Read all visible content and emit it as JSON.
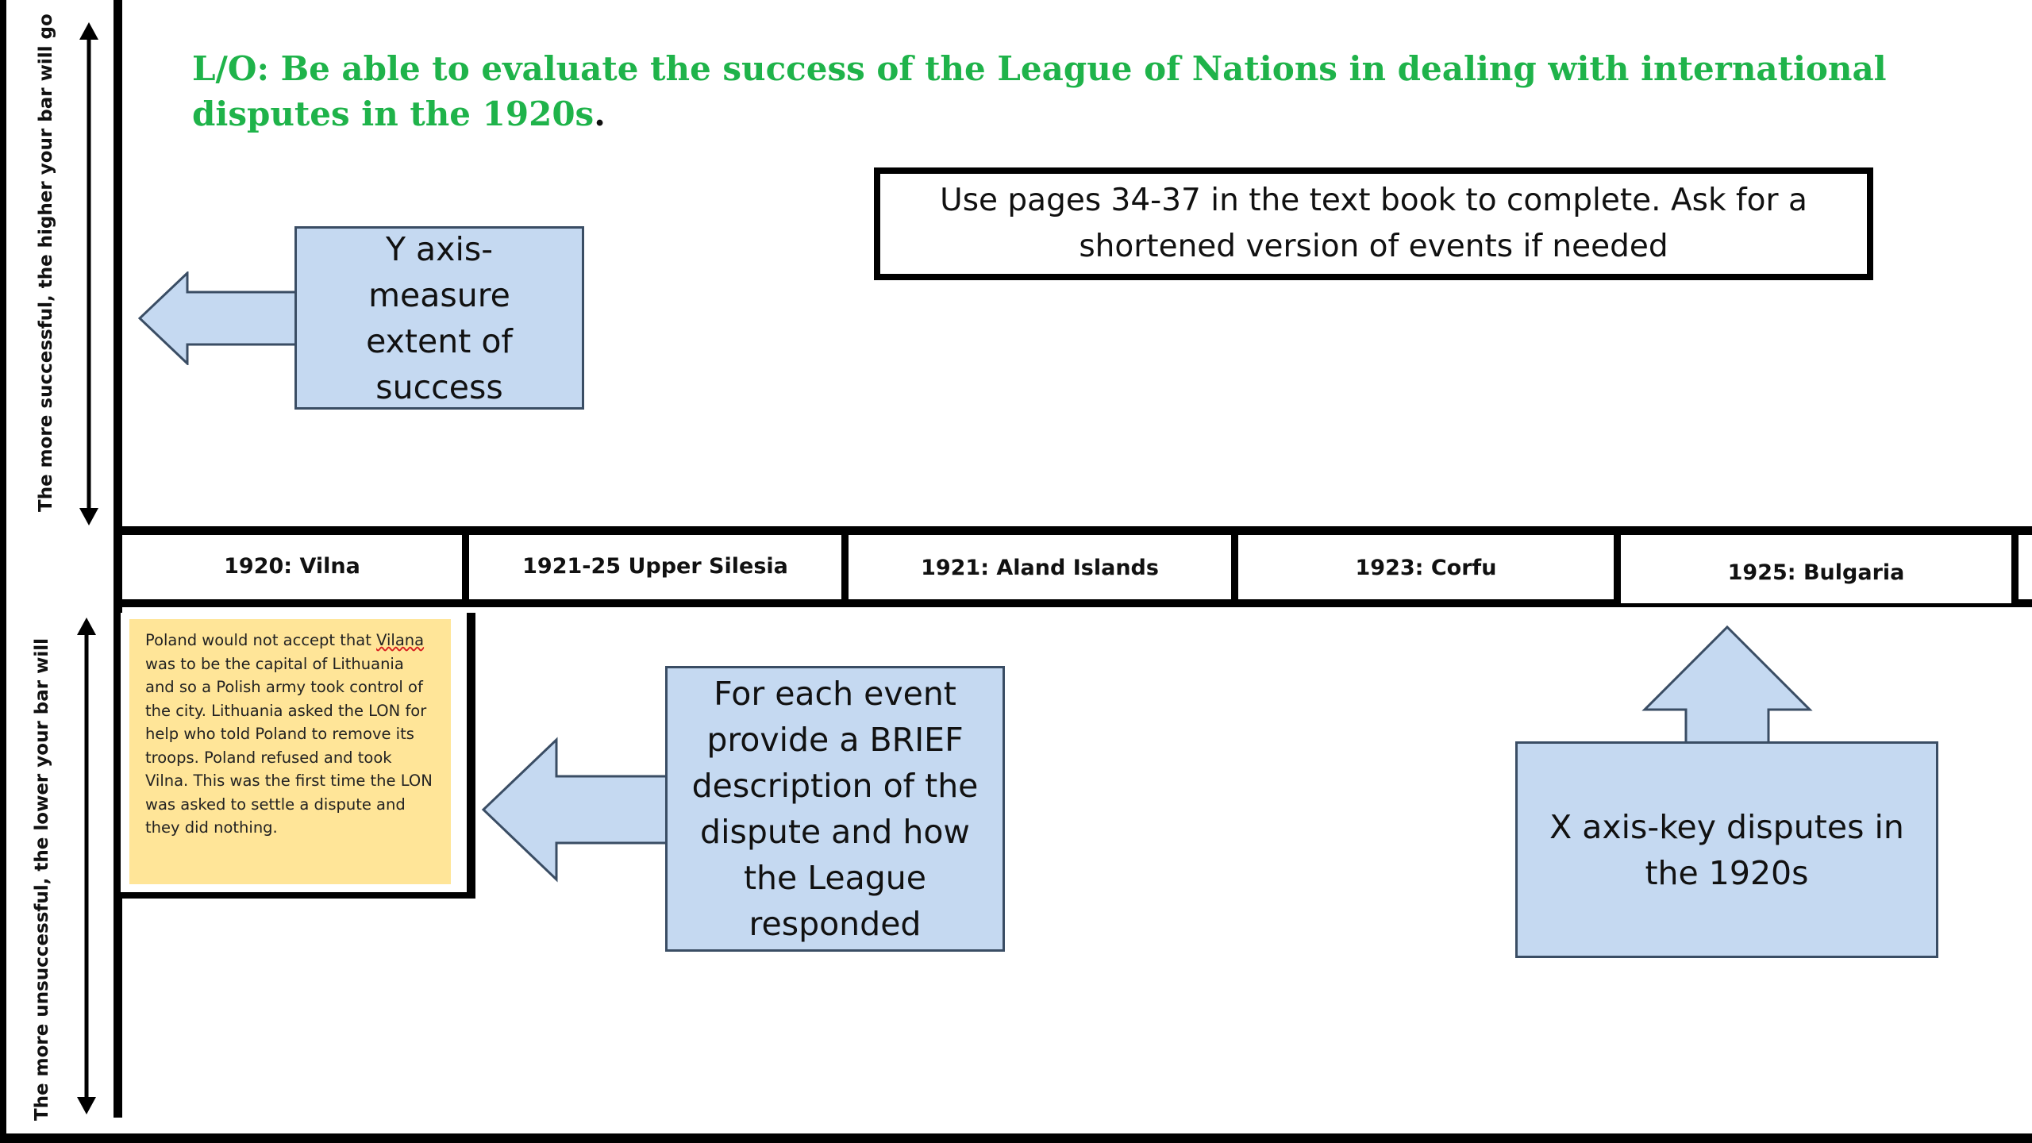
{
  "objective": {
    "text": "L/O: Be able to evaluate the success of the League of Nations in dealing with international disputes in the 1920s",
    "period": "."
  },
  "instruction": "Use pages 34-37 in the text book to complete. Ask for a shortened version of events if needed",
  "callouts": {
    "y_axis": "Y axis- measure extent of success",
    "events": "For each event provide a BRIEF description of the dispute and how the League responded",
    "x_axis": "X axis-key disputes in the 1920s"
  },
  "side_labels": {
    "upper": "The more successful, the higher your bar will go",
    "lower": "The more unsuccessful, the lower your bar will"
  },
  "events": [
    "1920: Vilna",
    "1921-25 Upper Silesia",
    "1921: Aland Islands",
    "1923: Corfu",
    "1925: Bulgaria"
  ],
  "description": {
    "pre": "Poland would not accept that ",
    "misspelled": "Vilana",
    "post": " was to be the capital of Lithuania and so a Polish army took control of the city. Lithuania asked the LON for help who told Poland to remove its troops. Poland refused and took Vilna. This was the first time the LON was asked to settle a dispute and they did nothing."
  },
  "colors": {
    "objective": "#1fb34a",
    "callout_fill": "#c5d9f1",
    "callout_border": "#3a4d64",
    "card_fill": "#ffe598"
  }
}
